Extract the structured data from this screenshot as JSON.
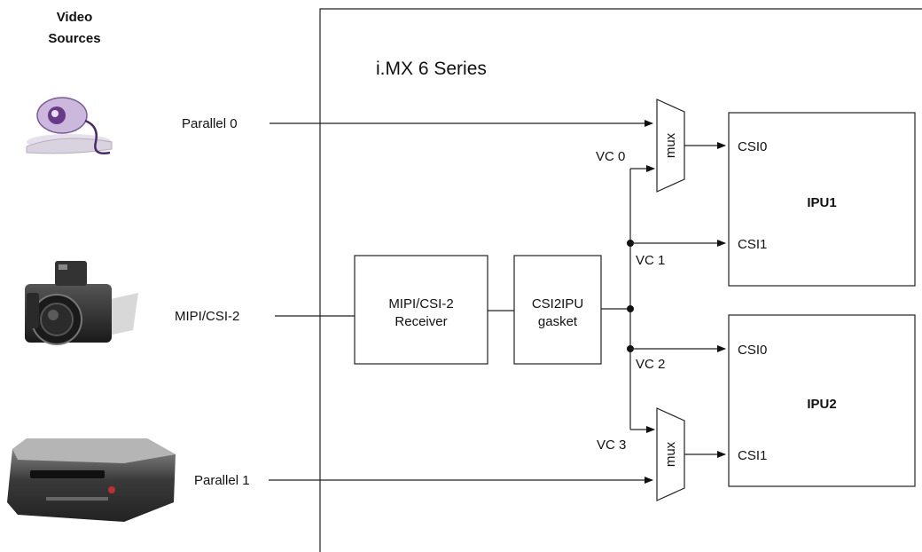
{
  "header": {
    "sources_title_line1": "Video",
    "sources_title_line2": "Sources",
    "chip_title": "i.MX 6 Series"
  },
  "sources": {
    "parallel0": "Parallel 0",
    "mipi": "MIPI/CSI-2",
    "parallel1": "Parallel 1",
    "icons": [
      "webcam-icon",
      "camera-icon",
      "video-box-icon"
    ]
  },
  "blocks": {
    "receiver_line1": "MIPI/CSI-2",
    "receiver_line2": "Receiver",
    "gasket_line1": "CSI2IPU",
    "gasket_line2": "gasket",
    "mux1": "mux",
    "mux2": "mux",
    "ipu1": "IPU1",
    "ipu2": "IPU2",
    "ipu1_csi0": "CSI0",
    "ipu1_csi1": "CSI1",
    "ipu2_csi0": "CSI0",
    "ipu2_csi1": "CSI1"
  },
  "virtual_channels": {
    "vc0": "VC 0",
    "vc1": "VC 1",
    "vc2": "VC 2",
    "vc3": "VC 3"
  }
}
